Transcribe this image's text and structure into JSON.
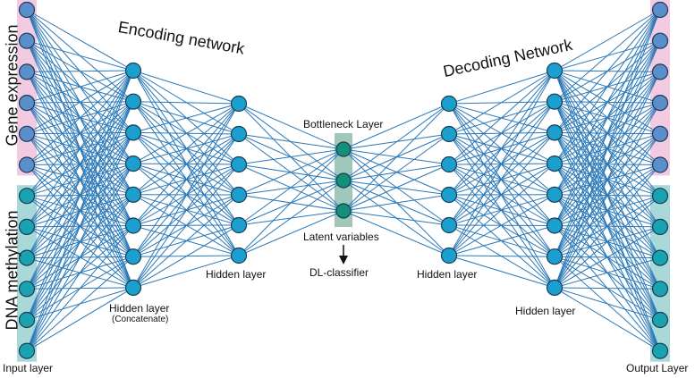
{
  "labels": {
    "encoding": "Encoding network",
    "decoding": "Decoding Network",
    "gene_expression": "Gene expression",
    "dna_methylation": "DNA methylation",
    "bottleneck": "Bottleneck Layer",
    "latent": "Latent variables",
    "classifier": "DL-classifier",
    "input_layer": "Input layer",
    "output_layer": "Output Layer",
    "hidden_concat": "Hidden layer",
    "concatenate": "(Concatenate)",
    "hidden_enc2": "Hidden layer",
    "hidden_dec1": "Hidden layer",
    "hidden_dec2": "Hidden layer"
  },
  "colors": {
    "gene_band": "#f2cbe3",
    "dna_band": "#a9d8d8",
    "bottleneck_band": "#9fc7ba",
    "gene_node": "#5b8fcb",
    "dna_node": "#19a3b0",
    "hidden_node": "#1a9fce",
    "bottleneck_node": "#14907a",
    "edge": "#2a78b8",
    "node_stroke": "#1b3b54"
  },
  "network": {
    "gene_nodes_per_side": 6,
    "dna_nodes_per_side": 6,
    "hidden_concat_nodes": 8,
    "hidden_small_nodes": 6,
    "bottleneck_nodes": 3
  }
}
